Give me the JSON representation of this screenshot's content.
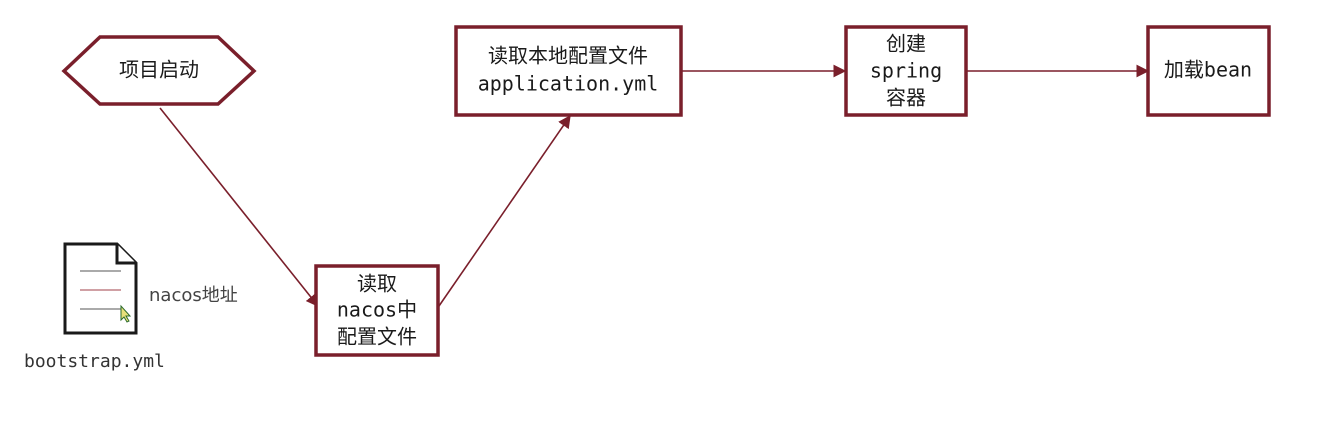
{
  "nodes": {
    "start": {
      "lines": [
        "项目启动"
      ]
    },
    "read_nacos": {
      "lines": [
        "读取",
        "nacos中",
        "配置文件"
      ]
    },
    "read_local": {
      "lines": [
        "读取本地配置文件",
        "application.yml"
      ]
    },
    "create_spring": {
      "lines": [
        "创建",
        "spring",
        "容器"
      ]
    },
    "load_bean": {
      "lines": [
        "加载bean"
      ]
    }
  },
  "note": {
    "file_name": "bootstrap.yml",
    "caption": "nacos地址",
    "icon": "document-icon"
  },
  "colors": {
    "accent": "#7a1f2b",
    "text": "#1a1a1a"
  }
}
